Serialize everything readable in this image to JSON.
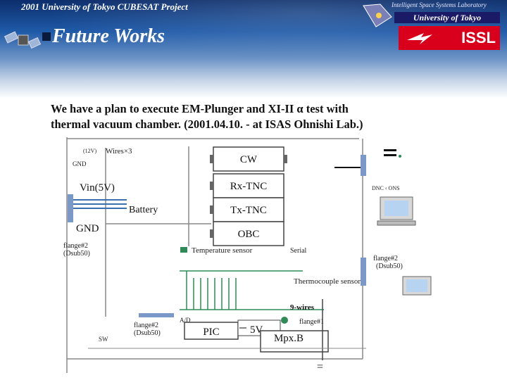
{
  "header": {
    "project": "2001 University of Tokyo CUBESAT Project",
    "title": "Future Works",
    "lab_name": "Intelligent Space Systems Laboratory",
    "university": "University of Tokyo",
    "logo": "ISSL"
  },
  "intro": {
    "line1": "We have a plan to execute EM-Plunger and XI-II α test with",
    "line2": "thermal vacuum chamber. (2001.04.10. -   at ISAS Ohnishi Lab.)"
  },
  "diagram": {
    "modules": [
      "CW",
      "Rx-TNC",
      "Tx-TNC",
      "OBC"
    ],
    "wires_label": "Wires×3",
    "wires_num": "(12V)",
    "gnd_small": "GND",
    "vin": "Vin(5V)",
    "battery": "Battery",
    "gnd_big": "GND",
    "flange_left": [
      "flange#2",
      "(Dsub50)"
    ],
    "temp_sensor": "Temperature sensor",
    "serial": "Serial",
    "flange_right": [
      "flange#2",
      "(Dsub50)"
    ],
    "thermocouple": "Thermocouple sensor",
    "nine_wires": "9-wires",
    "ad": "A/D",
    "flange_bottom": [
      "flange#2",
      "(Dsub50)"
    ],
    "flange1": "flange#1",
    "pic": "PIC",
    "five_v": "5V",
    "mpx": "Mpx.B",
    "sw": "SW",
    "dnc": "DNC ‹ ONS"
  },
  "colors": {
    "sensor_green": "#2e8b57",
    "wire_blue": "#3a6fb0",
    "header_dark": "#0c2d6b",
    "logo_red": "#d9001b"
  }
}
